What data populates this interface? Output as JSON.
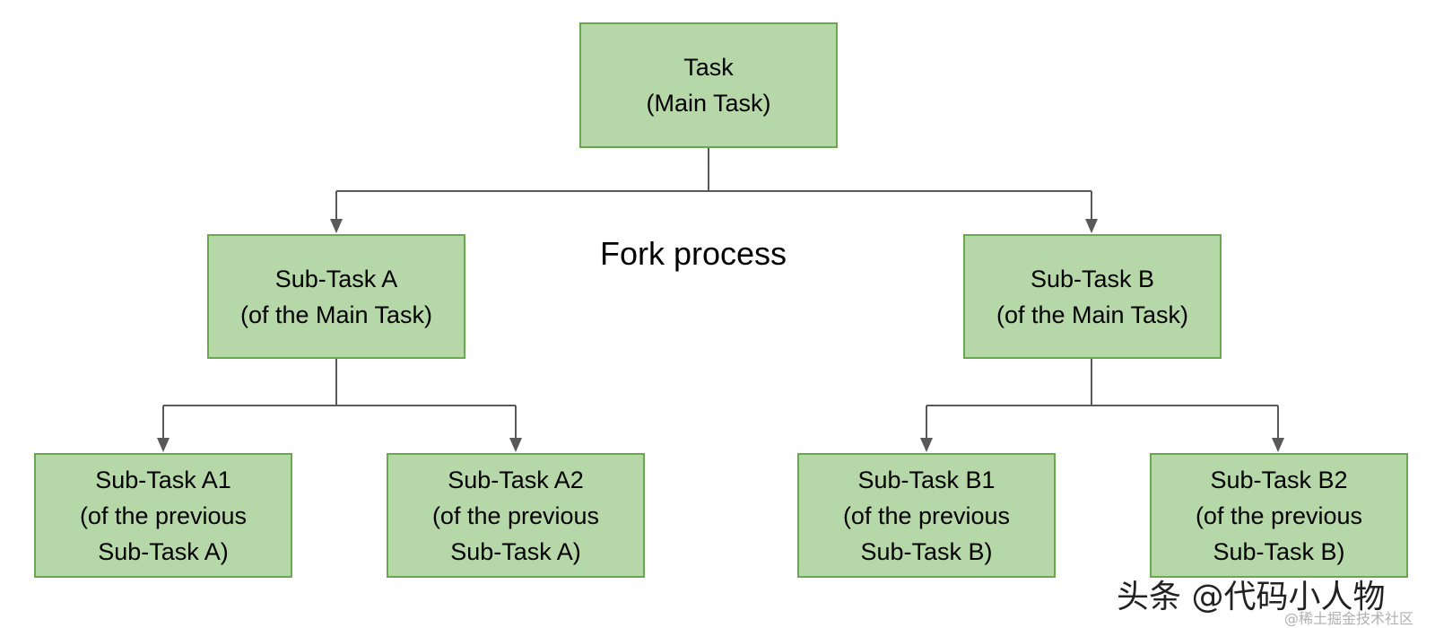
{
  "diagram": {
    "title": "Fork process",
    "nodes": {
      "root": {
        "line1": "Task",
        "line2": "(Main Task)"
      },
      "a": {
        "line1": "Sub-Task A",
        "line2": "(of the Main Task)"
      },
      "b": {
        "line1": "Sub-Task B",
        "line2": "(of the Main Task)"
      },
      "a1": {
        "line1": "Sub-Task A1",
        "line2": "(of the previous",
        "line3": "Sub-Task A)"
      },
      "a2": {
        "line1": "Sub-Task A2",
        "line2": "(of the previous",
        "line3": "Sub-Task A)"
      },
      "b1": {
        "line1": "Sub-Task B1",
        "line2": "(of the previous",
        "line3": "Sub-Task B)"
      },
      "b2": {
        "line1": "Sub-Task B2",
        "line2": "(of the previous",
        "line3": "Sub-Task B)"
      }
    },
    "colors": {
      "node_fill": "#b6d7a8",
      "node_border": "#6aa84f",
      "connector": "#595959"
    }
  },
  "watermark": {
    "main": "头条 @代码小人物",
    "sub": "@稀土掘金技术社区"
  }
}
